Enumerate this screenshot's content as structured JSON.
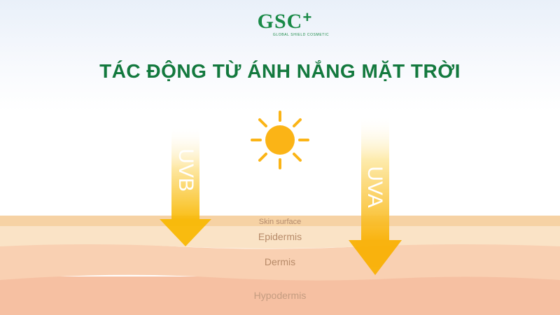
{
  "logo": {
    "mark": "GSC",
    "plus": "+",
    "subtitle": "GLOBAL SHIELD COSMETIC"
  },
  "title": "TÁC ĐỘNG TỪ ÁNH NẮNG MẶT TRỜI",
  "arrows": {
    "uvb": "UVB",
    "uva": "UVA"
  },
  "layers": {
    "surface": "Skin surface",
    "epidermis": "Epidermis",
    "dermis": "Dermis",
    "hypodermis": "Hypodermis"
  },
  "colors": {
    "brand_green": "#13793e",
    "sun": "#fbb416",
    "arrow": "#f9b800",
    "skin_surface": "#f6d2a4",
    "epidermis": "#fae3c6",
    "dermis": "#f9cfb0",
    "hypodermis": "#f6c0a2"
  },
  "icons": [
    "sun-icon",
    "plus-icon"
  ]
}
